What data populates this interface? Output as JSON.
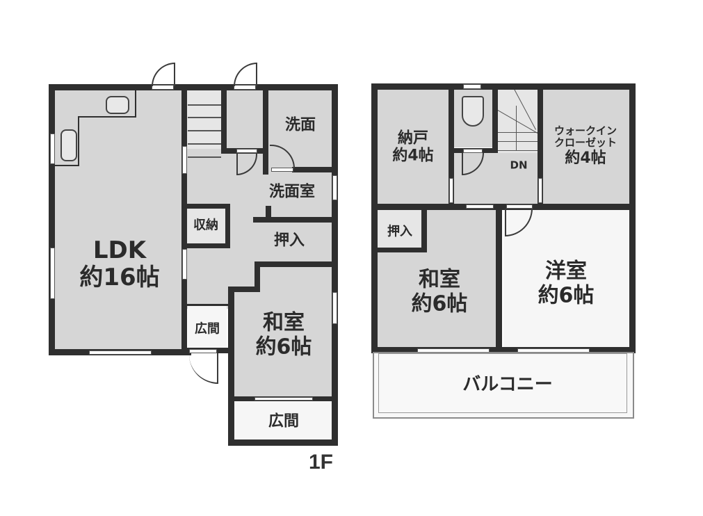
{
  "floors": [
    {
      "id": "1F",
      "label": "1F",
      "rooms": [
        {
          "name": "ldk",
          "lines": [
            "LDK",
            "約16帖"
          ]
        },
        {
          "name": "senmen",
          "lines": [
            "洗面"
          ]
        },
        {
          "name": "senmenshitsu",
          "lines": [
            "洗面室"
          ]
        },
        {
          "name": "shuno",
          "lines": [
            "収納"
          ]
        },
        {
          "name": "oshiire",
          "lines": [
            "押入"
          ]
        },
        {
          "name": "washitsu",
          "lines": [
            "和室",
            "約6帖"
          ]
        },
        {
          "name": "hiroma-small",
          "lines": [
            "広間"
          ]
        },
        {
          "name": "hiroma-bottom",
          "lines": [
            "広間"
          ]
        }
      ]
    },
    {
      "id": "2F",
      "label": "",
      "rooms": [
        {
          "name": "nando",
          "lines": [
            "納戸",
            "約4帖"
          ]
        },
        {
          "name": "walk-in-closet",
          "lines": [
            "ウォークイン",
            "クローゼット",
            "約4帖"
          ]
        },
        {
          "name": "stairs-dn",
          "lines": [
            "DN"
          ]
        },
        {
          "name": "oshiire",
          "lines": [
            "押入"
          ]
        },
        {
          "name": "washitsu",
          "lines": [
            "和室",
            "約6帖"
          ]
        },
        {
          "name": "yoshitsu",
          "lines": [
            "洋室",
            "約6帖"
          ]
        },
        {
          "name": "balcony",
          "lines": [
            "バルコニー"
          ]
        }
      ]
    }
  ],
  "colors": {
    "wall": "#2f2f2f",
    "room_fill": "#d6d6d6",
    "room_fill_light": "#e6e6e6",
    "text": "#2b2b2b",
    "background": "#ffffff"
  }
}
